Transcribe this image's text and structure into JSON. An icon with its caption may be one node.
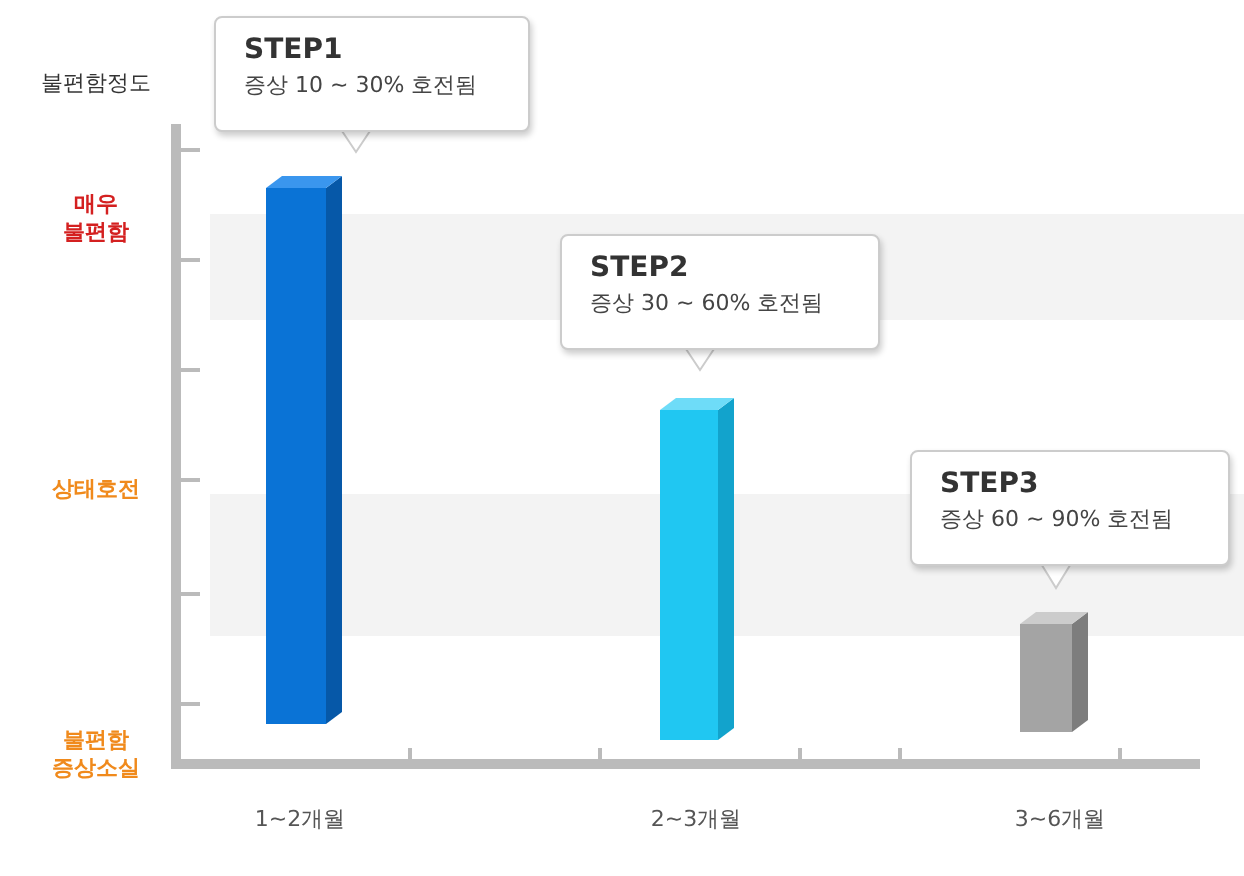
{
  "diagram": {
    "nodes": [
      {
        "text": [
          "STEP1",
          "증상 10 ~ 30% 호전됨"
        ]
      },
      {
        "text": [
          "STEP2",
          "증상 30 ~ 60% 호전됨"
        ]
      },
      {
        "text": [
          "STEP3",
          "증상 60 ~ 90% 호전됨"
        ]
      }
    ],
    "labels": [
      "불편함정도",
      "매우 불편함",
      "상태호전",
      "불편함 증상소실",
      "1~2개월",
      "2~3개월",
      "3~6개월"
    ]
  }
}
